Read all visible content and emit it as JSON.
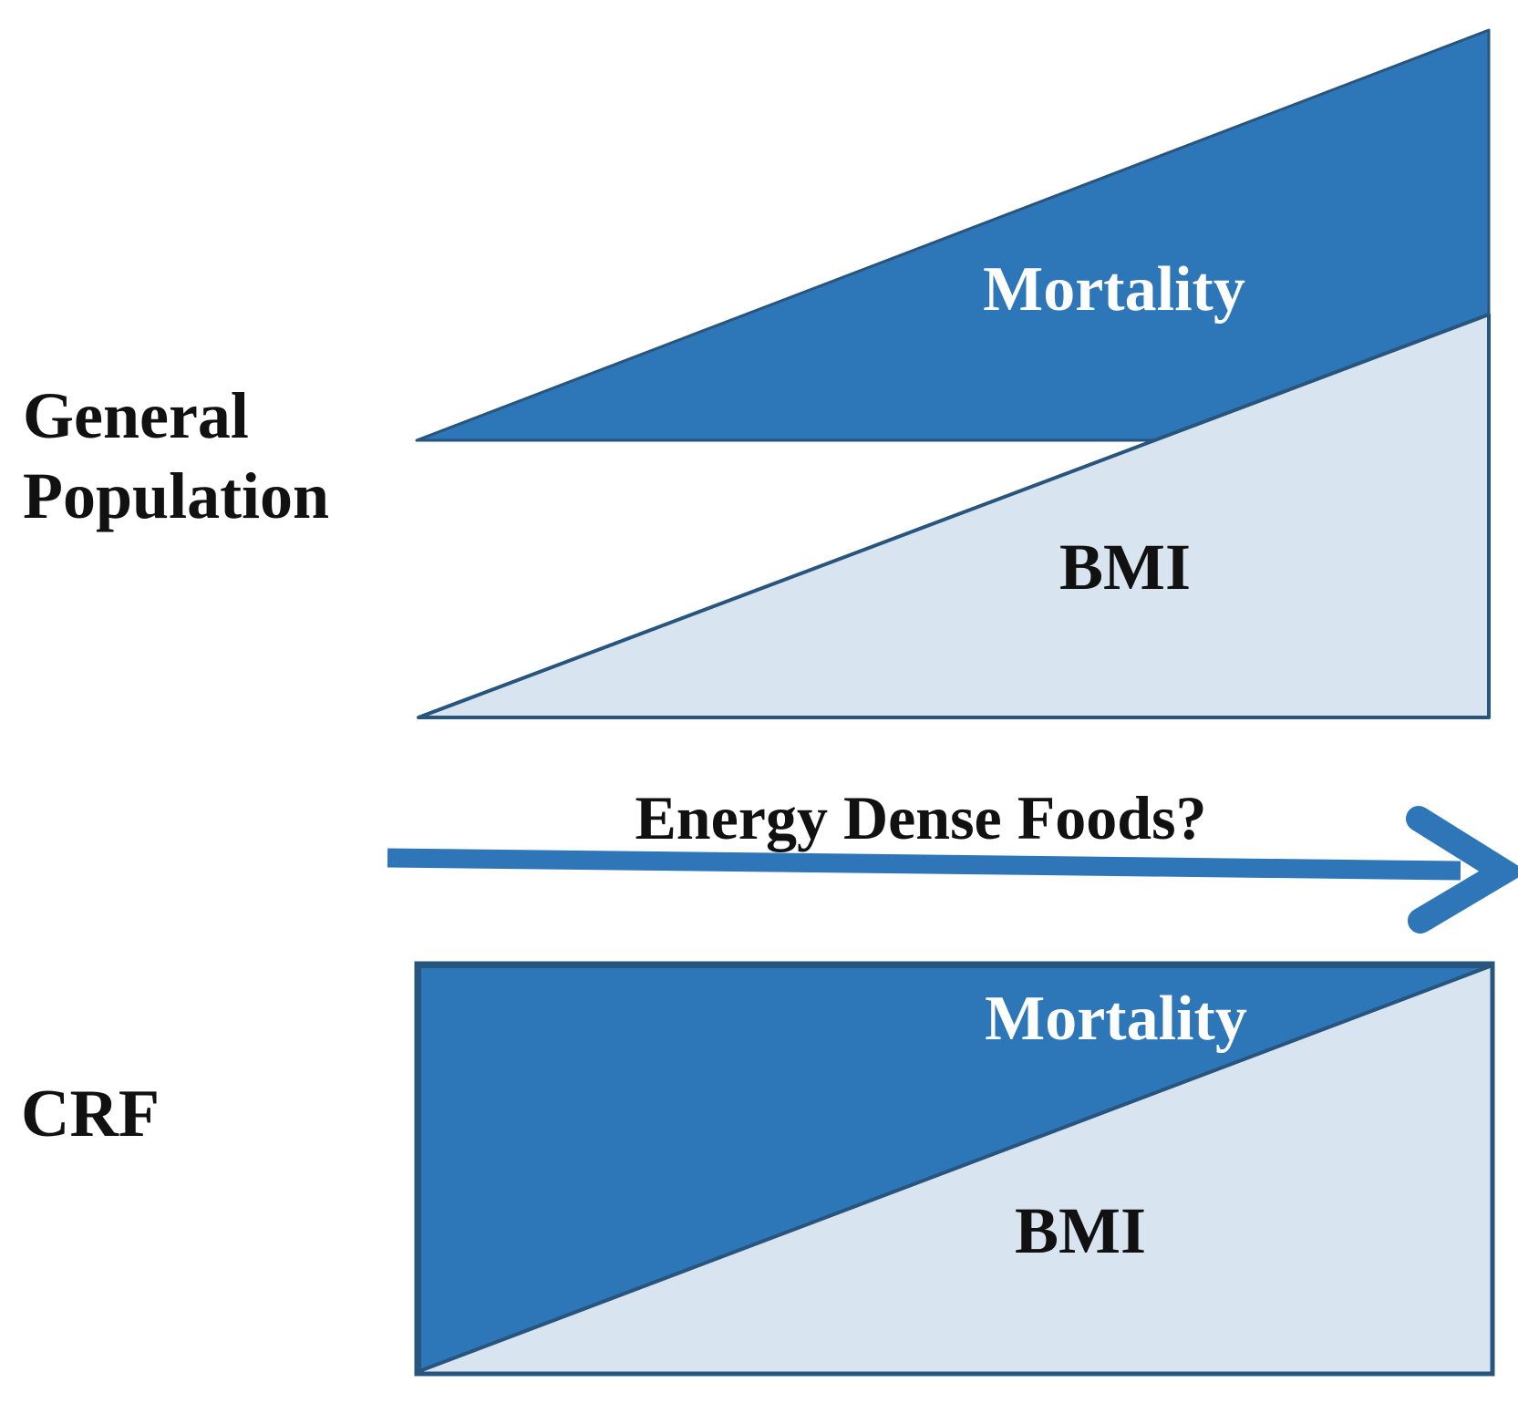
{
  "colors": {
    "dark_blue": "#2d76b8",
    "light_blue": "#d9e4f1",
    "outline_navy": "#27557e",
    "arrow_blue": "#2e76b8",
    "text_black": "#111111",
    "text_white": "#fdfdfd",
    "background": "#ffffff"
  },
  "labels": {
    "general_population": "General\nPopulation",
    "crf": "CRF",
    "energy_dense_foods": "Energy Dense Foods?"
  },
  "top_figure": {
    "mortality": "Mortality",
    "bmi": "BMI"
  },
  "bottom_figure": {
    "mortality": "Mortality",
    "bmi": "BMI"
  }
}
